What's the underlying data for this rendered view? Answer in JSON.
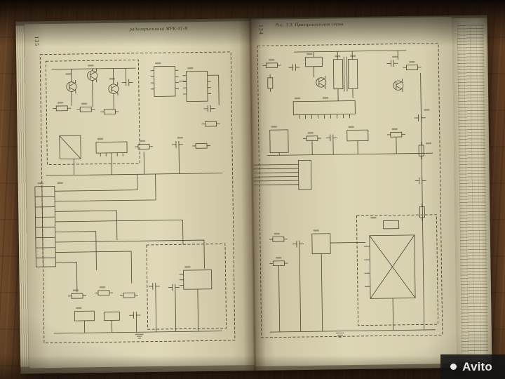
{
  "book": {
    "left_page": {
      "page_number": "135",
      "caption_fragment": "радиоприемника МРК-41-В"
    },
    "right_page": {
      "page_number": "134",
      "caption_fragment": "Рис. 3.3. Принципиальная схема"
    }
  },
  "watermark": {
    "label": "Avito"
  },
  "colors": {
    "wood": "#6f4a2a",
    "page": "#d9d2b1",
    "ink": "#474331",
    "watermark_bg": "#141414",
    "watermark_text": "#ffffff"
  }
}
